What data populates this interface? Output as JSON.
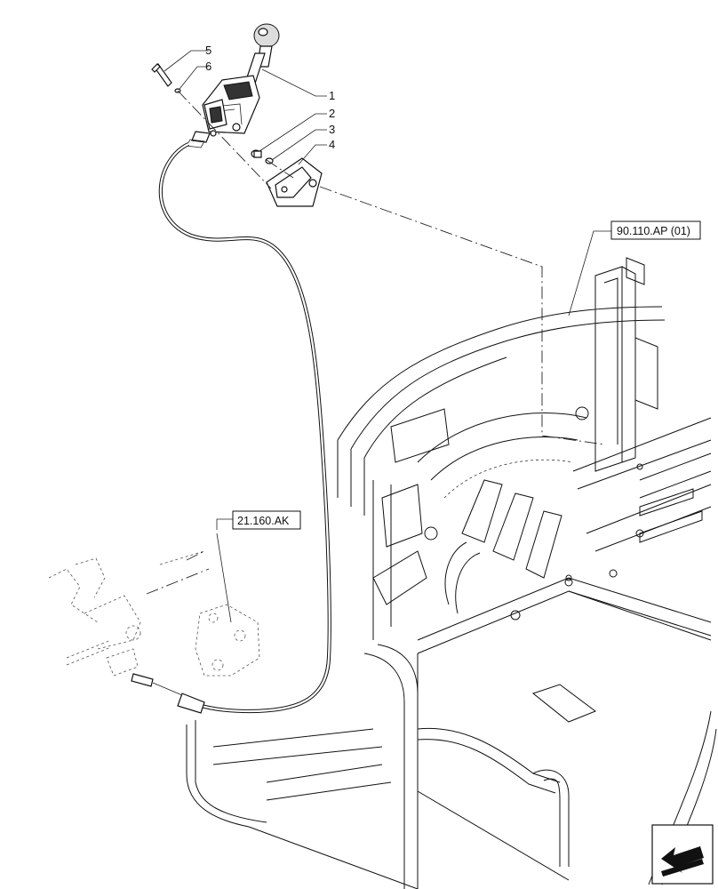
{
  "callouts": [
    "1",
    "2",
    "3",
    "4",
    "5",
    "6"
  ],
  "references": {
    "frame_ref": "90.110.AP (01)",
    "gearbox_ref": "21.160.AK"
  },
  "icons": {
    "navigation": "arrow-icon"
  }
}
